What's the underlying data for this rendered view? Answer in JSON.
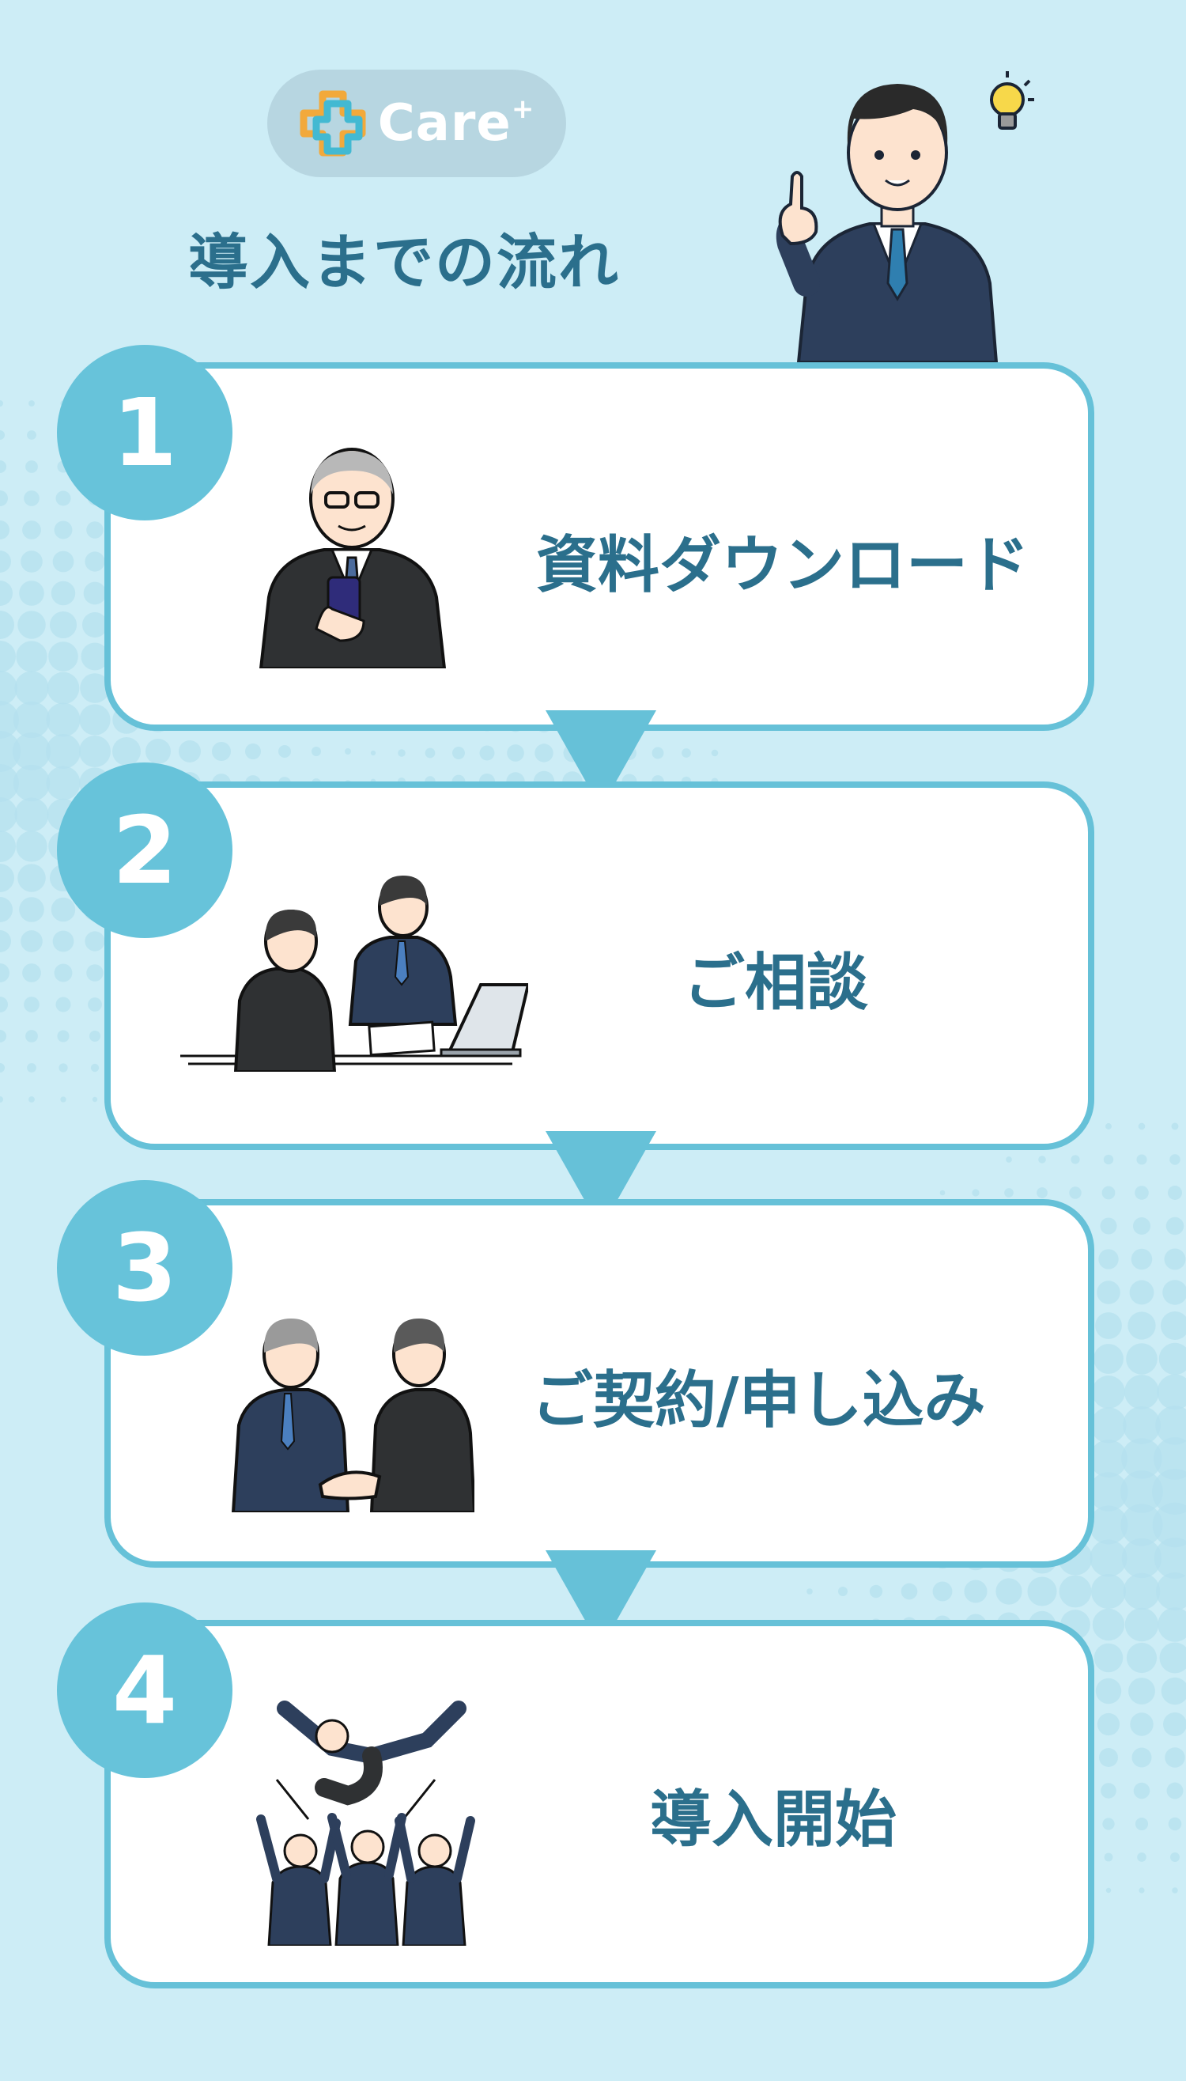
{
  "logo": {
    "brand": "Care",
    "superscript": "+"
  },
  "title": "導入までの流れ",
  "colors": {
    "background": "#cdedf6",
    "accent": "#66c1d8",
    "text": "#2b6f8c",
    "suit": "#2d3f5c"
  },
  "steps": [
    {
      "number": "1",
      "label": "資料ダウンロード",
      "icon": "man-with-phone-icon"
    },
    {
      "number": "2",
      "label": "ご相談",
      "icon": "business-meeting-icon"
    },
    {
      "number": "3",
      "label": "ご契約/申し込み",
      "icon": "handshake-icon"
    },
    {
      "number": "4",
      "label": "導入開始",
      "icon": "celebration-icon"
    }
  ]
}
